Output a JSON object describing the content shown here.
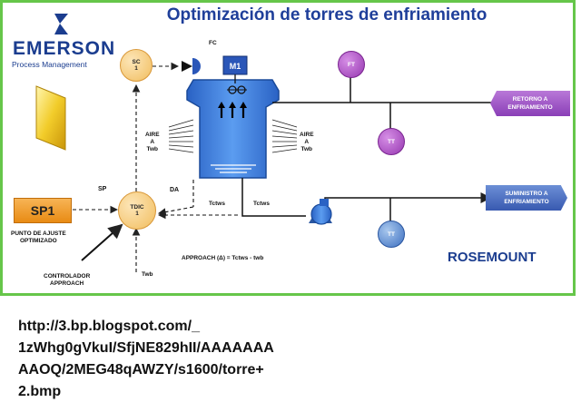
{
  "title": "Optimización de torres de enfriamiento",
  "logo": {
    "brand": "EMERSON",
    "tagline": "Process Management"
  },
  "setpoint": {
    "label": "SP1",
    "caption_line1": "PUNTO DE AJUSTE",
    "caption_line2": "OPTIMIZADO"
  },
  "controller_caption": {
    "line1": "CONTROLADOR",
    "line2": "APPROACH"
  },
  "instruments": {
    "sc": {
      "tag": "SC",
      "loop": "1"
    },
    "tdic": {
      "tag": "TDIC",
      "loop": "1"
    },
    "m1": "M1",
    "fc": "FC",
    "ft": "FT",
    "tt_top": "TT",
    "tt_bottom": "TT"
  },
  "signals": {
    "sp": "SP",
    "da": "DA",
    "tctws_1": "Tctws",
    "tctws_2": "Tctws",
    "twb": "Twb"
  },
  "air_left": {
    "line1": "AIRE",
    "line2": "A",
    "line3": "Twb"
  },
  "air_right": {
    "line1": "AIRE",
    "line2": "A",
    "line3": "Twb"
  },
  "approach_formula": "APPROACH (Δ) = Tctws - twb",
  "return_tag": {
    "line1": "RETORNO A",
    "line2": "ENFRIAMIENTO"
  },
  "supply_tag": {
    "line1": "SUMINISTRO A",
    "line2": "ENFRIAMIENTO"
  },
  "rosemount": "ROSEMOUNT",
  "url_lines": [
    "http://3.bp.blogspot.com/_",
    "1zWhg0gVkuI/SfjNE829hII/AAAAAAA",
    "AAOQ/2MEG48qAWZY/s1600/torre+",
    "2.bmp"
  ],
  "colors": {
    "frame": "#66c64a",
    "title": "#1f3f9a",
    "tower": "#3a7bd5",
    "signal_tag": "#8a3fb7",
    "setpoint": "#f0a030"
  }
}
